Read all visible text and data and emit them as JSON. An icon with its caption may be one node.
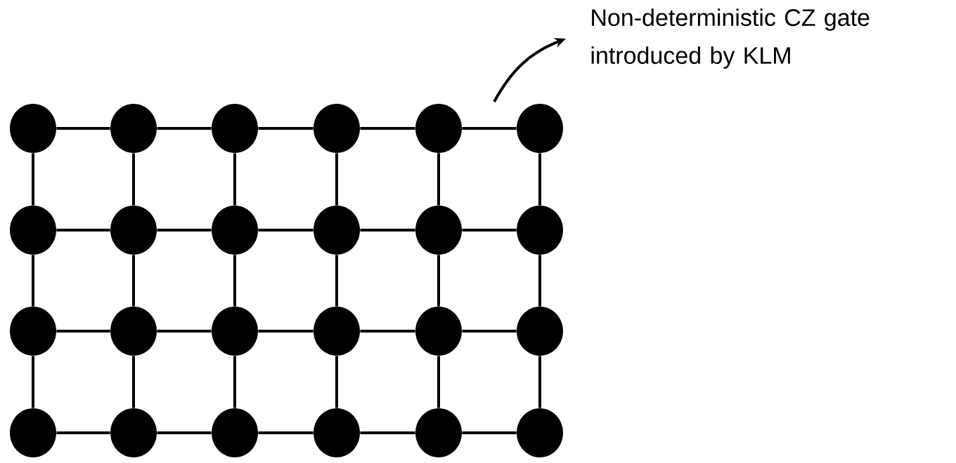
{
  "diagram": {
    "nodes": [
      {
        "text": [],
        "shape": "circle"
      },
      {
        "text": [],
        "shape": "circle"
      },
      {
        "text": [],
        "shape": "circle"
      },
      {
        "text": [],
        "shape": "circle"
      },
      {
        "text": [],
        "shape": "circle"
      },
      {
        "text": [],
        "shape": "circle"
      },
      {
        "text": [],
        "shape": "circle"
      },
      {
        "text": [],
        "shape": "circle"
      },
      {
        "text": [],
        "shape": "circle"
      },
      {
        "text": [],
        "shape": "circle"
      },
      {
        "text": [],
        "shape": "circle"
      },
      {
        "text": [],
        "shape": "circle"
      },
      {
        "text": [],
        "shape": "circle"
      },
      {
        "text": [],
        "shape": "circle"
      },
      {
        "text": [],
        "shape": "circle"
      },
      {
        "text": [],
        "shape": "circle"
      },
      {
        "text": [],
        "shape": "circle"
      },
      {
        "text": [],
        "shape": "circle"
      },
      {
        "text": [],
        "shape": "circle"
      },
      {
        "text": [],
        "shape": "circle"
      },
      {
        "text": [],
        "shape": "circle"
      },
      {
        "text": [],
        "shape": "circle"
      },
      {
        "text": [],
        "shape": "circle"
      },
      {
        "text": [],
        "shape": "circle"
      },
      {
        "text": [
          "Non-deterministic CZ gate introduced by KLM"
        ]
      }
    ],
    "edges": [
      {
        "from": 0,
        "to": 1,
        "arrow": "none"
      },
      {
        "from": 1,
        "to": 2,
        "arrow": "none"
      },
      {
        "from": 2,
        "to": 3,
        "arrow": "none"
      },
      {
        "from": 3,
        "to": 4,
        "arrow": "none"
      },
      {
        "from": 4,
        "to": 5,
        "arrow": "none"
      },
      {
        "from": 6,
        "to": 7,
        "arrow": "none"
      },
      {
        "from": 7,
        "to": 8,
        "arrow": "none"
      },
      {
        "from": 8,
        "to": 9,
        "arrow": "none"
      },
      {
        "from": 9,
        "to": 10,
        "arrow": "none"
      },
      {
        "from": 10,
        "to": 11,
        "arrow": "none"
      },
      {
        "from": 12,
        "to": 13,
        "arrow": "none"
      },
      {
        "from": 13,
        "to": 14,
        "arrow": "none"
      },
      {
        "from": 14,
        "to": 15,
        "arrow": "none"
      },
      {
        "from": 15,
        "to": 16,
        "arrow": "none"
      },
      {
        "from": 16,
        "to": 17,
        "arrow": "none"
      },
      {
        "from": 18,
        "to": 19,
        "arrow": "none"
      },
      {
        "from": 19,
        "to": 20,
        "arrow": "none"
      },
      {
        "from": 20,
        "to": 21,
        "arrow": "none"
      },
      {
        "from": 21,
        "to": 22,
        "arrow": "none"
      },
      {
        "from": 22,
        "to": 23,
        "arrow": "none"
      },
      {
        "from": 0,
        "to": 6,
        "arrow": "none"
      },
      {
        "from": 1,
        "to": 7,
        "arrow": "none"
      },
      {
        "from": 2,
        "to": 8,
        "arrow": "none"
      },
      {
        "from": 3,
        "to": 9,
        "arrow": "none"
      },
      {
        "from": 4,
        "to": 10,
        "arrow": "none"
      },
      {
        "from": 5,
        "to": 11,
        "arrow": "none"
      },
      {
        "from": 6,
        "to": 12,
        "arrow": "none"
      },
      {
        "from": 7,
        "to": 13,
        "arrow": "none"
      },
      {
        "from": 8,
        "to": 14,
        "arrow": "none"
      },
      {
        "from": 9,
        "to": 15,
        "arrow": "none"
      },
      {
        "from": 10,
        "to": 16,
        "arrow": "none"
      },
      {
        "from": 11,
        "to": 17,
        "arrow": "none"
      },
      {
        "from": 12,
        "to": 18,
        "arrow": "none"
      },
      {
        "from": 13,
        "to": 19,
        "arrow": "none"
      },
      {
        "from": 14,
        "to": 20,
        "arrow": "none"
      },
      {
        "from": 15,
        "to": 21,
        "arrow": "none"
      },
      {
        "from": 16,
        "to": 22,
        "arrow": "none"
      },
      {
        "from": 17,
        "to": 23,
        "arrow": "none"
      },
      {
        "from": null,
        "to": 24,
        "arrow": "to"
      }
    ]
  }
}
